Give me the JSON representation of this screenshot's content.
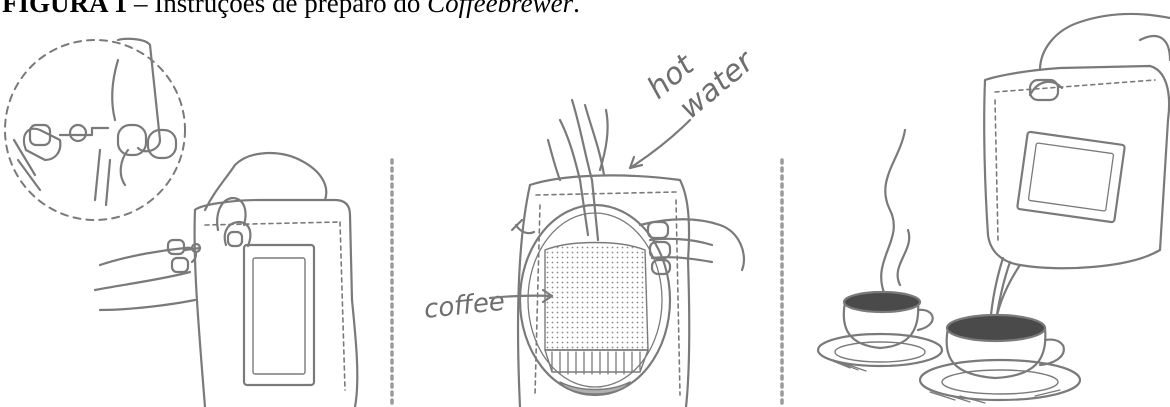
{
  "caption": {
    "label": "FIGURA 1",
    "separator": " – ",
    "title_prefix": "Instruções de preparo do ",
    "title_emphasis": "Coffeebrewer",
    "title_suffix": "."
  },
  "panels": [
    {
      "id": "open-bag",
      "labels": []
    },
    {
      "id": "pour-water",
      "labels": [
        {
          "text": "hot"
        },
        {
          "text": "water"
        },
        {
          "text": "coffee"
        }
      ]
    },
    {
      "id": "serve-coffee",
      "labels": []
    }
  ],
  "colors": {
    "line": "#7a7a7a",
    "divider": "#9a9a9a",
    "text": "#000000"
  }
}
